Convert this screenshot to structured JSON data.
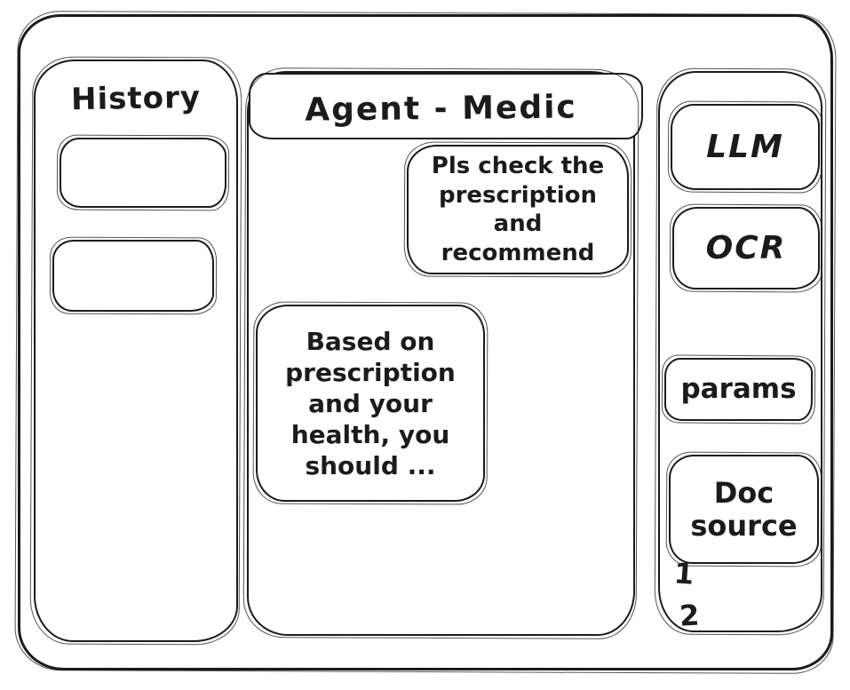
{
  "window": {
    "background": "#ffffff",
    "ink": "#1b1b1b"
  },
  "sidebar": {
    "title": "History",
    "items": [
      {
        "label": ""
      },
      {
        "label": ""
      }
    ]
  },
  "chat": {
    "title": "Agent - Medic",
    "messages": [
      {
        "role": "user",
        "text": "Pls check the prescription and recommend"
      },
      {
        "role": "agent",
        "text": "Based on prescription and your health, you should ..."
      }
    ],
    "input": {
      "value": "",
      "placeholder": ""
    }
  },
  "tools": {
    "buttons": [
      {
        "label": "LLM"
      },
      {
        "label": "OCR"
      },
      {
        "label": "params"
      },
      {
        "label": "Doc source"
      }
    ],
    "doc_source_items": [
      "1",
      "2"
    ]
  }
}
